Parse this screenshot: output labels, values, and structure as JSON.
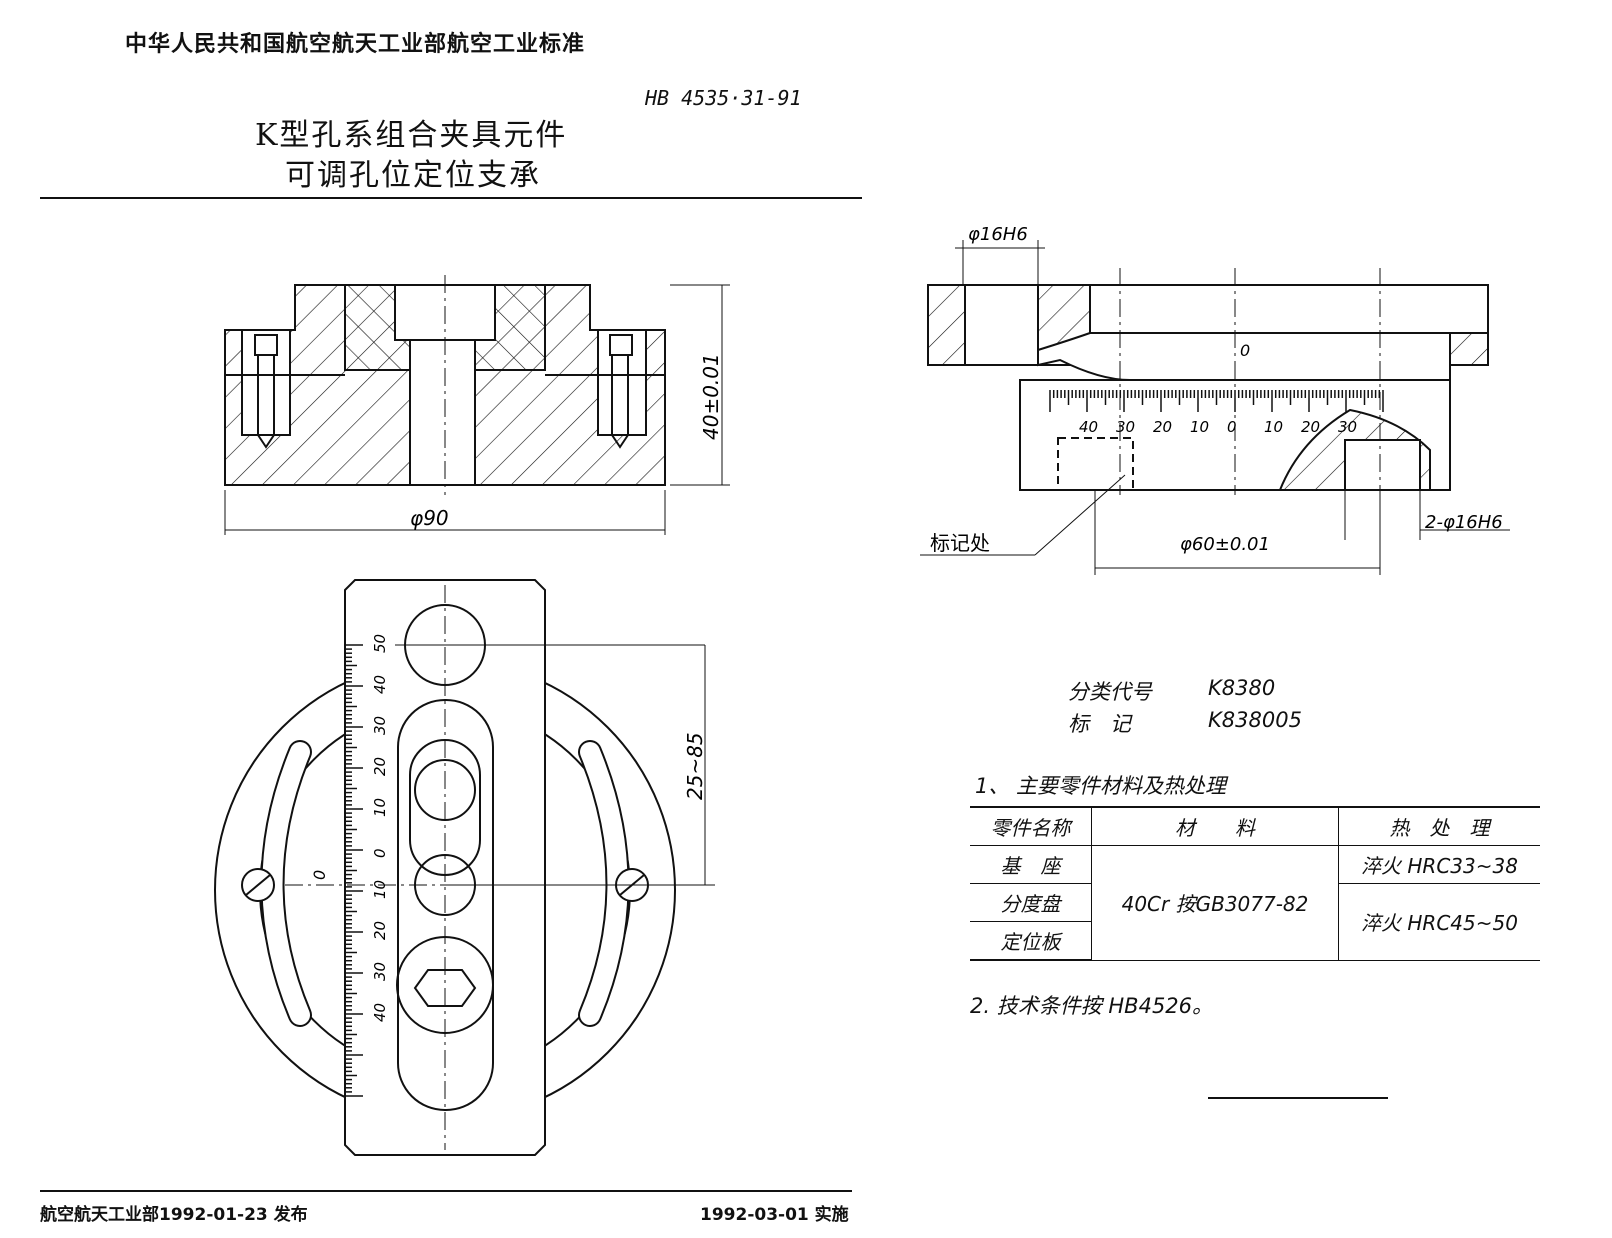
{
  "header": {
    "org": "中华人民共和国航空航天工业部航空工业标准",
    "standard_no": "HB 4535·31-91",
    "title_line1": "K型孔系组合夹具元件",
    "title_line2": "可调孔位定位支承"
  },
  "drawing": {
    "dim_phi90": "φ90",
    "dim_height": "40±0.01",
    "dim_range": "25~85",
    "dim_phi16h6_top": "φ16H6",
    "dim_2phi16h6": "2-φ16H6",
    "dim_phi60": "φ60±0.01",
    "zero_mark": "0",
    "mark_label": "标记处",
    "vertical_scale": [
      "50",
      "40",
      "30",
      "20",
      "10",
      "0",
      "10",
      "20",
      "30",
      "40"
    ],
    "horizontal_scale": [
      "40",
      "30",
      "20",
      "10",
      "0",
      "10",
      "20",
      "30"
    ],
    "left_zero": "0"
  },
  "meta": {
    "class_label": "分类代号",
    "class_value": "K8380",
    "mark_label": "标　记",
    "mark_value": "K838005"
  },
  "notes": {
    "note1": "1、 主要零件材料及热处理",
    "note2": "2. 技术条件按 HB4526。"
  },
  "material_table": {
    "headers": [
      "零件名称",
      "材　　料",
      "热　处　理"
    ],
    "parts": [
      "基　座",
      "分度盘",
      "定位板"
    ],
    "material": "40Cr 按GB3077-82",
    "heat": [
      "淬火 HRC33~38",
      "淬火 HRC45~50"
    ]
  },
  "footer": {
    "issued": "航空航天工业部1992-01-23 发布",
    "effective": "1992-03-01 实施"
  }
}
